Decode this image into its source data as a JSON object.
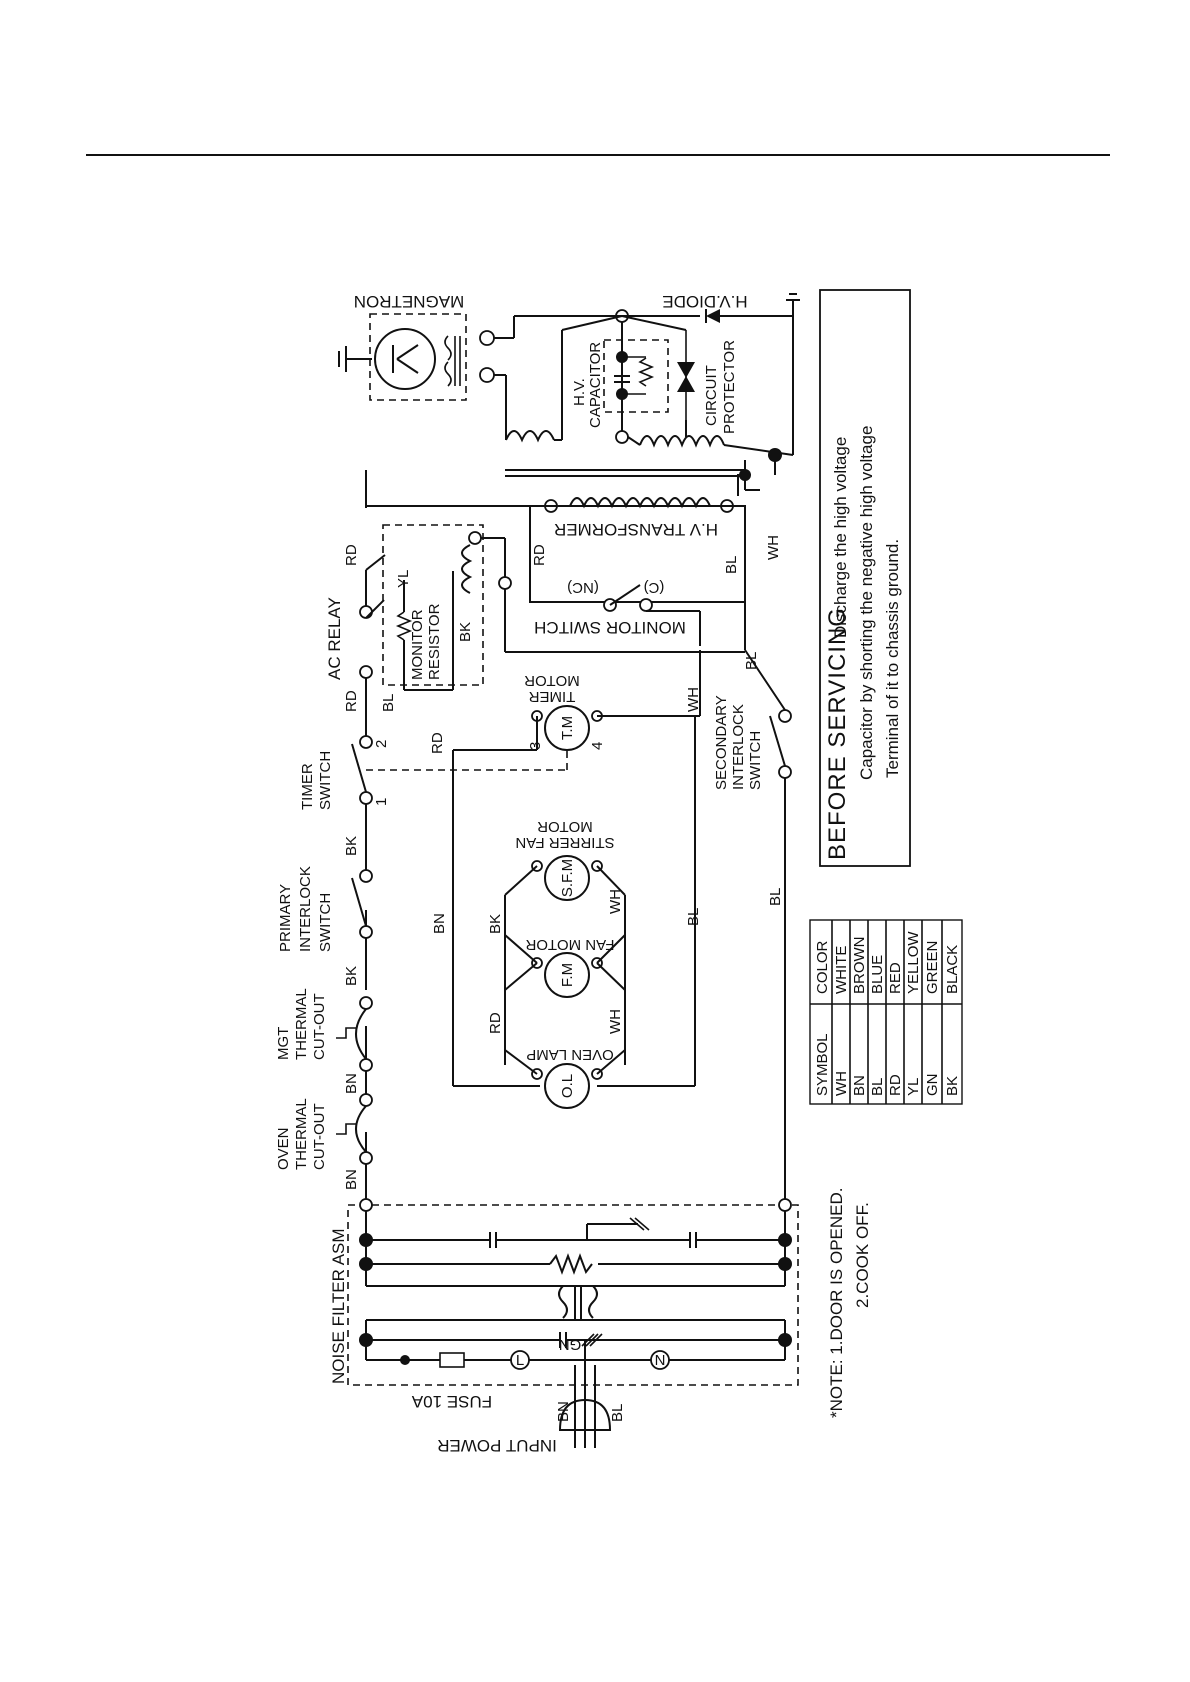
{
  "labels": {
    "magnetron": "MAGNETRON",
    "hv_diode": "H.V.DIODE",
    "hv_capacitor": [
      "H.V.",
      "CAPACITOR"
    ],
    "circuit_protector": [
      "CIRCUIT",
      "PROTECTOR"
    ],
    "hv_transformer": "H.V TRANSFORMER",
    "monitor_switch": "MONITOR SWITCH",
    "nc": "(NC)",
    "c": "(C)",
    "ac_relay": "AC RELAY",
    "monitor_resistor": [
      "MONITOR",
      "RESISTOR"
    ],
    "timer_motor": [
      "TIMER",
      "MOTOR"
    ],
    "tm": "T.M",
    "timer_switch": [
      "TIMER",
      "SWITCH"
    ],
    "stirrer_fan_motor": [
      "STIRRER FAN",
      "MOTOR"
    ],
    "sfm": "S.F.M",
    "fan_motor": "FAN MOTOR",
    "fm": "F.M",
    "oven_lamp": "OVEN LAMP",
    "ol": "O.L",
    "secondary_interlock": [
      "SECONDARY",
      "INTERLOCK",
      "SWITCH"
    ],
    "primary_interlock": [
      "PRIMARY",
      "INTERLOCK",
      "SWITCH"
    ],
    "mgt_cutout": [
      "MGT",
      "THERMAL",
      "CUT-OUT"
    ],
    "oven_cutout": [
      "OVEN",
      "THERMAL",
      "CUT-OUT"
    ],
    "noise_filter": "NOISE FILTER ASM",
    "fuse": "FUSE 10A",
    "input_power": "INPUT POWER",
    "gn": "GN",
    "line": "L",
    "neutral": "N",
    "t1": "1",
    "t2": "2",
    "t3": "3",
    "t4": "4"
  },
  "wire_labels": {
    "rd": "RD",
    "bl": "BL",
    "bk": "BK",
    "bn": "BN",
    "wh": "WH",
    "yl": "YL"
  },
  "servicing": {
    "title": "BEFORE SERVICING",
    "line1": "Discharge the high voltage",
    "line2": "Capacitor by shorting the negative high voltage",
    "line3": "Terminal of it to chassis ground."
  },
  "notes": {
    "line1": "*NOTE: 1.DOOR IS OPENED.",
    "line2": "2.COOK OFF."
  },
  "color_table": {
    "headers": [
      "SYMBOL",
      "COLOR"
    ],
    "rows": [
      [
        "WH",
        "WHITE"
      ],
      [
        "BN",
        "BROWN"
      ],
      [
        "BL",
        "BLUE"
      ],
      [
        "RD",
        "RED"
      ],
      [
        "YL",
        "YELLOW"
      ],
      [
        "GN",
        "GREEN"
      ],
      [
        "BK",
        "BLACK"
      ]
    ]
  }
}
